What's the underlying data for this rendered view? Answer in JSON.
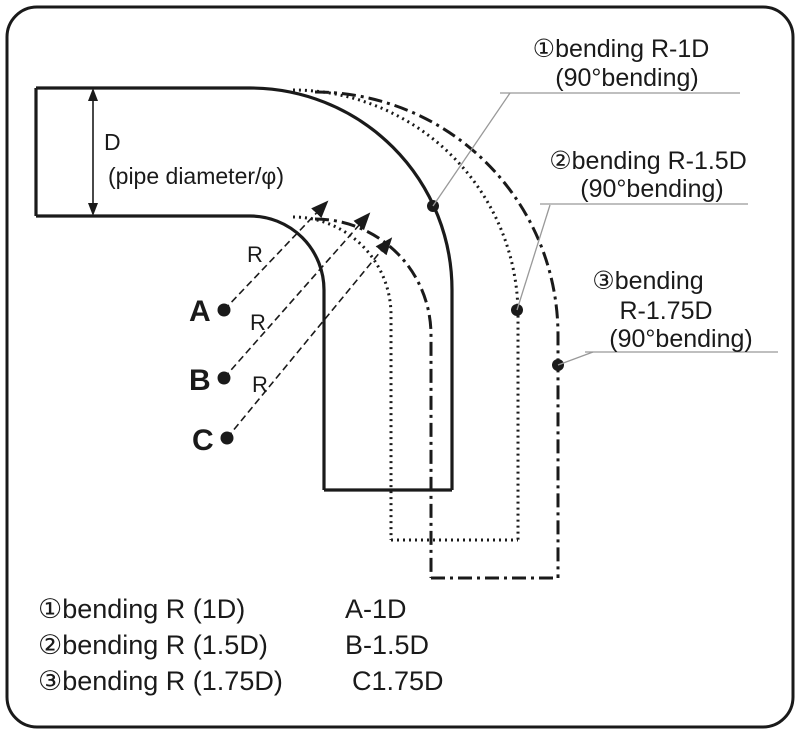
{
  "pipe": {
    "diameter_label": "D",
    "diameter_sub": "(pipe diameter/φ)"
  },
  "callouts": {
    "c1": {
      "line1": "①bending R-1D",
      "line2": "(90°bending)"
    },
    "c2": {
      "line1": "②bending R-1.5D",
      "line2": "(90°bending)"
    },
    "c3": {
      "line1": "③bending",
      "line2": "R-1.75D",
      "line3": "(90°bending)"
    }
  },
  "points": {
    "a": {
      "label": "A",
      "r": "R"
    },
    "b": {
      "label": "B",
      "r": "R"
    },
    "c": {
      "label": "C",
      "r": "R"
    }
  },
  "legend": {
    "rows": [
      {
        "name": "①bending R (1D)",
        "code": "A-1D"
      },
      {
        "name": "②bending R (1.5D)",
        "code": "B-1.5D"
      },
      {
        "name": "③bending R (1.75D)",
        "code": "C1.75D"
      }
    ]
  },
  "colors": {
    "line": "#1a1a1a",
    "leader": "#999999",
    "background": "#ffffff"
  }
}
